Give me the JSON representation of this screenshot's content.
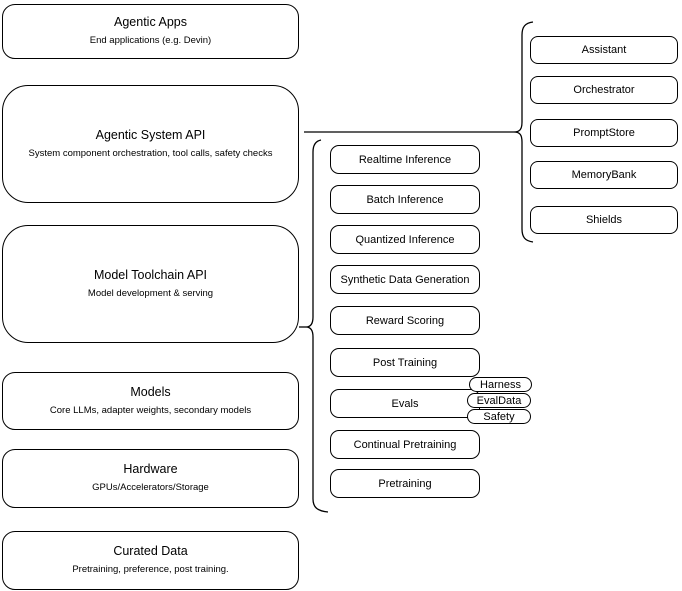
{
  "diagram": {
    "stroke_color": "#000000",
    "background_color": "#ffffff"
  },
  "stack_layers": [
    {
      "title": "Agentic Apps",
      "subtitle": "End applications (e.g. Devin)"
    },
    {
      "title": "Agentic System API",
      "subtitle": "System component orchestration, tool calls, safety checks"
    },
    {
      "title": "Model Toolchain API",
      "subtitle": "Model development & serving"
    },
    {
      "title": "Models",
      "subtitle": "Core LLMs, adapter weights, secondary models"
    },
    {
      "title": "Hardware",
      "subtitle": "GPUs/Accelerators/Storage"
    },
    {
      "title": "Curated Data",
      "subtitle": "Pretraining, preference, post training."
    }
  ],
  "toolchain_apis": [
    "Realtime Inference",
    "Batch Inference",
    "Quantized Inference",
    "Synthetic Data Generation",
    "Reward Scoring",
    "Post Training",
    "Evals",
    "Continual Pretraining",
    "Pretraining"
  ],
  "eval_tags": [
    "Harness",
    "EvalData",
    "Safety"
  ],
  "agentic_components": [
    "Assistant",
    "Orchestrator",
    "PromptStore",
    "MemoryBank",
    "Shields"
  ]
}
